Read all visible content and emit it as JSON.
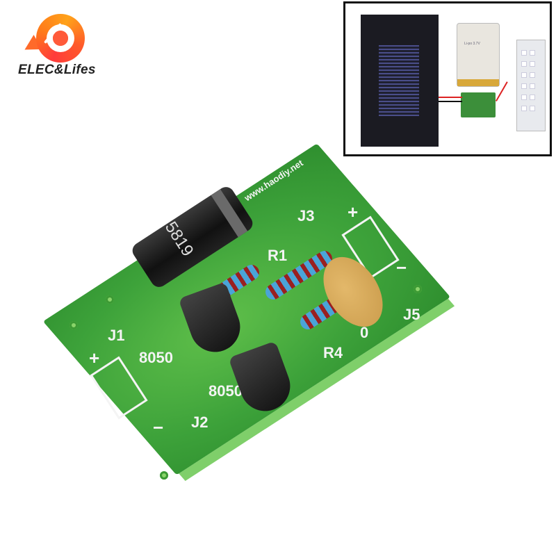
{
  "logo": {
    "brand_text": "ELEC&Lifes",
    "icon": "brand-circle-arrow-icon",
    "colors": {
      "primary": "#ff5a2a",
      "secondary": "#ffa21a",
      "text": "#222222"
    }
  },
  "inset_photo": {
    "description": "Example application: solar panel, Li-ion battery, control board and LED panel wired together",
    "battery_label": "Li-po 3.7V",
    "border_color": "#111111"
  },
  "pcb": {
    "website": "www.haodiy.net",
    "labels": {
      "j1": "J1",
      "j2": "J2",
      "j3": "J3",
      "j5": "J5",
      "r1": "R1",
      "r4": "R4",
      "r4_value": "0",
      "transistor1": "8050",
      "transistor2": "8050",
      "diode_mark": "5819",
      "plus": "+",
      "minus": "−"
    },
    "colors": {
      "board": "#3da23a",
      "silkscreen": "#f4f4f4"
    }
  }
}
